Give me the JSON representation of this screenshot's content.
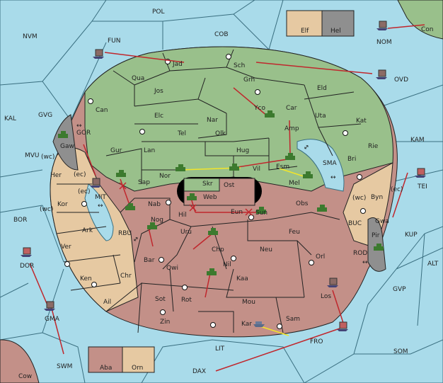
{
  "regions": [
    {
      "id": "POL",
      "label": "POL"
    },
    {
      "id": "NVM",
      "label": "NVM"
    },
    {
      "id": "FUN",
      "label": "FUN"
    },
    {
      "id": "COB",
      "label": "COB"
    },
    {
      "id": "Elf",
      "label": "Elf"
    },
    {
      "id": "Hel",
      "label": "Hel"
    },
    {
      "id": "Con",
      "label": "Con"
    },
    {
      "id": "NOM",
      "label": "NOM"
    },
    {
      "id": "Jad",
      "label": "Jad"
    },
    {
      "id": "Sch",
      "label": "Sch"
    },
    {
      "id": "OVD",
      "label": "OVD"
    },
    {
      "id": "Qua",
      "label": "Qua"
    },
    {
      "id": "Jos",
      "label": "Jos"
    },
    {
      "id": "Grh",
      "label": "Grh"
    },
    {
      "id": "Eld",
      "label": "Eld"
    },
    {
      "id": "KAL",
      "label": "KAL"
    },
    {
      "id": "GVG",
      "label": "GVG"
    },
    {
      "id": "Can",
      "label": "Can"
    },
    {
      "id": "Elc",
      "label": "Elc"
    },
    {
      "id": "Nar",
      "label": "Nar"
    },
    {
      "id": "Yco",
      "label": "Yco"
    },
    {
      "id": "Car",
      "label": "Car"
    },
    {
      "id": "Uta",
      "label": "Uta"
    },
    {
      "id": "Kat",
      "label": "Kat"
    },
    {
      "id": "GOR",
      "label": "GOR"
    },
    {
      "id": "Tel",
      "label": "Tel"
    },
    {
      "id": "Olk",
      "label": "Olk"
    },
    {
      "id": "Amp",
      "label": "Amp"
    },
    {
      "id": "Gaw",
      "label": "Gaw"
    },
    {
      "id": "Gur",
      "label": "Gur"
    },
    {
      "id": "Lan",
      "label": "Lan"
    },
    {
      "id": "Hug",
      "label": "Hug"
    },
    {
      "id": "Rie",
      "label": "Rie"
    },
    {
      "id": "KAM",
      "label": "KAM"
    },
    {
      "id": "MVU",
      "label": "MVU"
    },
    {
      "id": "Her",
      "label": "Her"
    },
    {
      "id": "wc1",
      "label": "(wc)"
    },
    {
      "id": "ec1",
      "label": "(ec)"
    },
    {
      "id": "Nor",
      "label": "Nor"
    },
    {
      "id": "Vil",
      "label": "Vil"
    },
    {
      "id": "Esm",
      "label": "Esm"
    },
    {
      "id": "SMA",
      "label": "SMA"
    },
    {
      "id": "Bri",
      "label": "Bri"
    },
    {
      "id": "Sap",
      "label": "Sap"
    },
    {
      "id": "Skr",
      "label": "Skr"
    },
    {
      "id": "Ost",
      "label": "Ost"
    },
    {
      "id": "Mel",
      "label": "Mel"
    },
    {
      "id": "TEI",
      "label": "TEI"
    },
    {
      "id": "ec2",
      "label": "(ec)"
    },
    {
      "id": "ec3",
      "label": "(ec)"
    },
    {
      "id": "MIT",
      "label": "MIT"
    },
    {
      "id": "Web",
      "label": "Web"
    },
    {
      "id": "wc2",
      "label": "(wc)"
    },
    {
      "id": "Byn",
      "label": "Byn"
    },
    {
      "id": "Kor",
      "label": "Kor"
    },
    {
      "id": "wc3",
      "label": "(wc)"
    },
    {
      "id": "Nab",
      "label": "Nab"
    },
    {
      "id": "Obs",
      "label": "Obs"
    },
    {
      "id": "BOR",
      "label": "BOR"
    },
    {
      "id": "Hil",
      "label": "Hil"
    },
    {
      "id": "Eun",
      "label": "Eun"
    },
    {
      "id": "Sun",
      "label": "Sun"
    },
    {
      "id": "Gwa",
      "label": "Gwa"
    },
    {
      "id": "Ark",
      "label": "Ark"
    },
    {
      "id": "RBU",
      "label": "RBU"
    },
    {
      "id": "Nog",
      "label": "Nog"
    },
    {
      "id": "Uru",
      "label": "Uru"
    },
    {
      "id": "Feu",
      "label": "Feu"
    },
    {
      "id": "BUC",
      "label": "BUC"
    },
    {
      "id": "Pir",
      "label": "Pir"
    },
    {
      "id": "KUP",
      "label": "KUP"
    },
    {
      "id": "Ver",
      "label": "Ver"
    },
    {
      "id": "Chp",
      "label": "Chp"
    },
    {
      "id": "Neu",
      "label": "Neu"
    },
    {
      "id": "ROD",
      "label": "ROD"
    },
    {
      "id": "Bar",
      "label": "Bar"
    },
    {
      "id": "Qwi",
      "label": "Qwi"
    },
    {
      "id": "Orl",
      "label": "Orl"
    },
    {
      "id": "ALT",
      "label": "ALT"
    },
    {
      "id": "DOR",
      "label": "DOR"
    },
    {
      "id": "Nil",
      "label": "Nil"
    },
    {
      "id": "Chr",
      "label": "Chr"
    },
    {
      "id": "Ken",
      "label": "Ken"
    },
    {
      "id": "Kaa",
      "label": "Kaa"
    },
    {
      "id": "GVP",
      "label": "GVP"
    },
    {
      "id": "Sot",
      "label": "Sot"
    },
    {
      "id": "Los",
      "label": "Los"
    },
    {
      "id": "Ail",
      "label": "Ail"
    },
    {
      "id": "Rot",
      "label": "Rot"
    },
    {
      "id": "Mou",
      "label": "Mou"
    },
    {
      "id": "GMA",
      "label": "GMA"
    },
    {
      "id": "Sam",
      "label": "Sam"
    },
    {
      "id": "Zin",
      "label": "Zin"
    },
    {
      "id": "Kar",
      "label": "Kar"
    },
    {
      "id": "FRO",
      "label": "FRO"
    },
    {
      "id": "LIT",
      "label": "LIT"
    },
    {
      "id": "SOM",
      "label": "SOM"
    },
    {
      "id": "Aba",
      "label": "Aba"
    },
    {
      "id": "Orn",
      "label": "Orn"
    },
    {
      "id": "SWM",
      "label": "SWM"
    },
    {
      "id": "DAX",
      "label": "DAX"
    },
    {
      "id": "Cow",
      "label": "Cow"
    }
  ],
  "colors": {
    "green_power": "#99c08b",
    "red_power": "#c39088",
    "neutral": "#e6c9a2",
    "impassable": "#8f8f8f",
    "sea": "#a9dbea",
    "move_order": "#c0272d",
    "support_order": "#f2e52a"
  },
  "icons": {
    "army": "tank-icon",
    "fleet": "ship-icon",
    "supply_center": "supply-center-icon",
    "bidirectional": "double-arrow-icon"
  }
}
